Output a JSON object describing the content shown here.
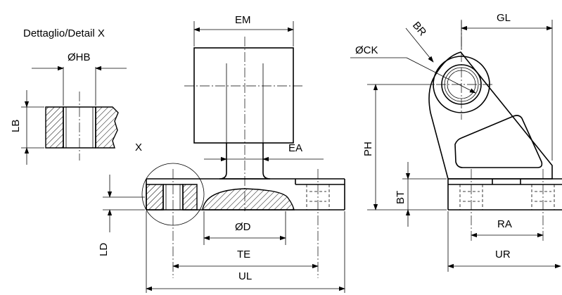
{
  "detail": {
    "title": "Dettaglio/Detail X",
    "hb_label": "ØHB",
    "lb_label": "LB"
  },
  "front_view": {
    "x_label": "X",
    "em_label": "EM",
    "ea_label": "EA",
    "ld_label": "LD",
    "d_label": "ØD",
    "te_label": "TE",
    "ul_label": "UL"
  },
  "side_view": {
    "br_label": "BR",
    "gl_label": "GL",
    "ck_label": "ØCK",
    "ph_label": "PH",
    "bt_label": "BT",
    "ra_label": "RA",
    "ur_label": "UR"
  }
}
